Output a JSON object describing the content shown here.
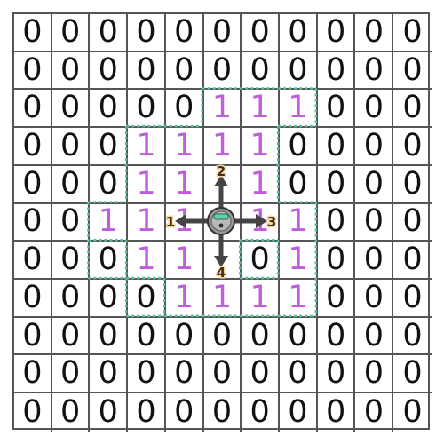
{
  "grid": {
    "rows": [
      [
        "0",
        "0",
        "0",
        "0",
        "0",
        "0",
        "0",
        "0",
        "0",
        "0",
        "0"
      ],
      [
        "0",
        "0",
        "0",
        "0",
        "0",
        "0",
        "0",
        "0",
        "0",
        "0",
        "0"
      ],
      [
        "0",
        "0",
        "0",
        "0",
        "0",
        "1",
        "1",
        "1",
        "0",
        "0",
        "0"
      ],
      [
        "0",
        "0",
        "0",
        "1",
        "1",
        "1",
        "1",
        "0",
        "0",
        "0",
        "0"
      ],
      [
        "0",
        "0",
        "0",
        "1",
        "1",
        "",
        "1",
        "0",
        "0",
        "0",
        "0"
      ],
      [
        "0",
        "0",
        "1",
        "1",
        "1",
        "",
        "1",
        "1",
        "0",
        "0",
        "0"
      ],
      [
        "0",
        "0",
        "0",
        "1",
        "1",
        "",
        "0",
        "1",
        "0",
        "0",
        "0"
      ],
      [
        "0",
        "0",
        "0",
        "0",
        "1",
        "1",
        "1",
        "1",
        "0",
        "0",
        "0"
      ],
      [
        "0",
        "0",
        "0",
        "0",
        "0",
        "0",
        "0",
        "0",
        "0",
        "0",
        "0"
      ],
      [
        "0",
        "0",
        "0",
        "0",
        "0",
        "0",
        "0",
        "0",
        "0",
        "0",
        "0"
      ],
      [
        "0",
        "0",
        "0",
        "0",
        "0",
        "0",
        "0",
        "0",
        "0",
        "0",
        "0"
      ]
    ]
  },
  "robot": {
    "icon": "robot-vacuum-icon",
    "row": 5,
    "col": 5
  },
  "directions": [
    {
      "label": "1",
      "dir": "left"
    },
    {
      "label": "2",
      "dir": "up"
    },
    {
      "label": "3",
      "dir": "right"
    },
    {
      "label": "4",
      "dir": "down"
    }
  ],
  "colors": {
    "grid_line": "#555555",
    "zero_text": "#111111",
    "one_text": "#c15ddc",
    "region_outline": "#57b89a",
    "arrow": "#444444",
    "label_text": "#4b2c12"
  }
}
